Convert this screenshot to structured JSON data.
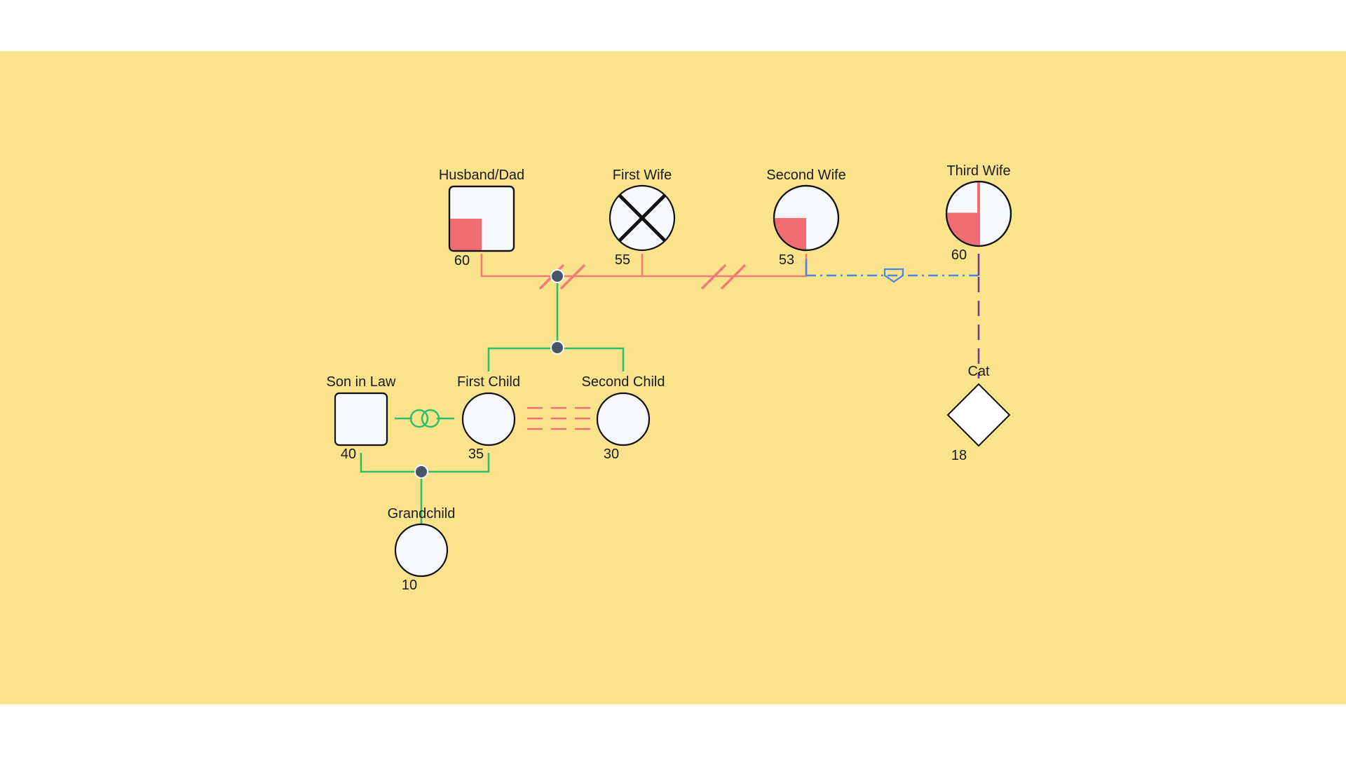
{
  "colors": {
    "canvas": "#fbe38c",
    "marriage": "#f47a7a",
    "descent": "#2fbf6a",
    "hub": "#475569",
    "relationship_alt": "#4a86e8",
    "pet_link": "#6b3aa0",
    "affected": "#f26d72",
    "node_fill": "#f7f8fb"
  },
  "people": {
    "husband": {
      "name": "Husband/Dad",
      "age": "60",
      "shape": "square",
      "affected": "lower-left quarter"
    },
    "first_wife": {
      "name": "First Wife",
      "age": "55",
      "shape": "circle",
      "marker": "deceased-cross"
    },
    "second_wife": {
      "name": "Second Wife",
      "age": "53",
      "shape": "circle",
      "affected": "lower-left quarter"
    },
    "third_wife": {
      "name": "Third Wife",
      "age": "60",
      "shape": "circle",
      "affected": "left half, lower-left quarter"
    },
    "cat": {
      "name": "Cat",
      "age": "18",
      "shape": "diamond"
    },
    "son_in_law": {
      "name": "Son in Law",
      "age": "40",
      "shape": "square"
    },
    "first_child": {
      "name": "First Child",
      "age": "35",
      "shape": "circle"
    },
    "second_child": {
      "name": "Second Child",
      "age": "30",
      "shape": "circle"
    },
    "grandchild": {
      "name": "Grandchild",
      "age": "10",
      "shape": "circle"
    }
  },
  "relationships": [
    {
      "from": "husband",
      "to": "first_wife",
      "type": "divorced",
      "line": "solid"
    },
    {
      "from": "first_wife",
      "to": "second_wife",
      "type": "divorced",
      "line": "solid"
    },
    {
      "from": "second_wife",
      "to": "third_wife",
      "type": "partnership",
      "line": "dash-dot",
      "marker": "chevron-down-icon"
    },
    {
      "from": "third_wife",
      "to": "cat",
      "type": "pet",
      "line": "dashed"
    },
    {
      "from": "son_in_law",
      "to": "first_child",
      "type": "married",
      "marker": "wedding-rings-icon"
    },
    {
      "from": "first_child",
      "to": "second_child",
      "type": "conflict",
      "line": "triple-dashed"
    }
  ],
  "descent": [
    {
      "parents": "husband+first_wife",
      "children": [
        "first_child",
        "second_child"
      ]
    },
    {
      "parents": "son_in_law+first_child",
      "children": [
        "grandchild"
      ]
    }
  ]
}
